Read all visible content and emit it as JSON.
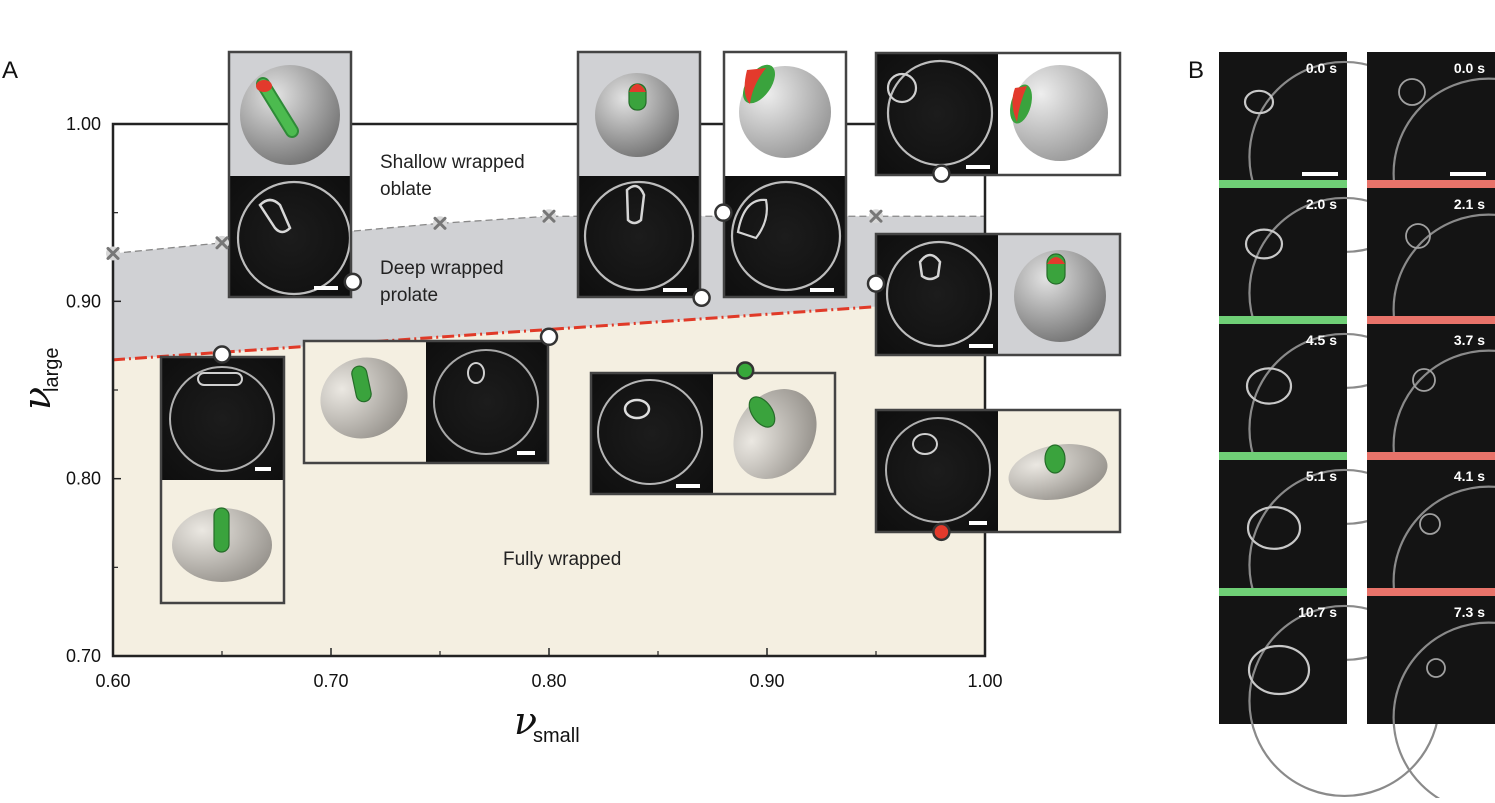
{
  "panel_labels": {
    "a": "A",
    "b": "B"
  },
  "colors": {
    "fully_wrapped_fill": "#f4efe1",
    "deep_wrapped_fill": "#d0d1d4",
    "boundary_red": "#e03a28",
    "boundary_gray": "#888888",
    "particle_green": "#37a83a",
    "particle_red": "#e33a2c",
    "green_bar": "#6fcf76",
    "red_bar": "#e8736a"
  },
  "chart_data": {
    "type": "phase-diagram",
    "xlabel": {
      "symbol": "ν",
      "sub": "small"
    },
    "ylabel": {
      "symbol": "ν",
      "sub": "large"
    },
    "xlim": [
      0.6,
      1.0
    ],
    "ylim": [
      0.7,
      1.0
    ],
    "x_ticks": [
      "0.60",
      "0.70",
      "0.80",
      "0.90",
      "1.00"
    ],
    "y_ticks": [
      "0.70",
      "0.80",
      "0.90",
      "1.00"
    ],
    "regions": [
      {
        "name": "Shallow wrapped oblate",
        "lines": [
          "Shallow wrapped",
          "oblate"
        ]
      },
      {
        "name": "Deep wrapped prolate",
        "lines": [
          "Deep wrapped",
          "prolate"
        ]
      },
      {
        "name": "Fully wrapped",
        "lines": [
          "Fully wrapped"
        ]
      }
    ],
    "boundary_deep_fully": {
      "x": [
        0.6,
        0.95
      ],
      "y": [
        0.867,
        0.897
      ]
    },
    "boundary_shallow_deep": {
      "x": [
        0.6,
        0.65,
        0.75,
        0.8,
        0.95,
        1.0
      ],
      "y": [
        0.927,
        0.933,
        0.944,
        0.948,
        0.948,
        0.948
      ]
    },
    "cross_points": [
      {
        "x": 0.6,
        "y": 0.927
      },
      {
        "x": 0.65,
        "y": 0.933
      },
      {
        "x": 0.75,
        "y": 0.944
      },
      {
        "x": 0.8,
        "y": 0.948
      },
      {
        "x": 0.95,
        "y": 0.948
      }
    ],
    "observed_points": [
      {
        "x": 0.65,
        "y": 0.87,
        "state": "open"
      },
      {
        "x": 0.8,
        "y": 0.88,
        "state": "open"
      },
      {
        "x": 0.89,
        "y": 0.861,
        "state": "green"
      },
      {
        "x": 0.98,
        "y": 0.77,
        "state": "red"
      },
      {
        "x": 0.95,
        "y": 0.91,
        "state": "open"
      },
      {
        "x": 0.88,
        "y": 0.95,
        "state": "open"
      },
      {
        "x": 0.87,
        "y": 0.902,
        "state": "open"
      },
      {
        "x": 0.71,
        "y": 0.911,
        "state": "open"
      },
      {
        "x": 0.98,
        "y": 0.972,
        "state": "open"
      }
    ]
  },
  "timelapse": {
    "columns": [
      {
        "bar_color": "green",
        "times": [
          "0.0 s",
          "2.0 s",
          "4.5 s",
          "5.1 s",
          "10.7 s"
        ]
      },
      {
        "bar_color": "red",
        "times": [
          "0.0 s",
          "2.1 s",
          "3.7 s",
          "4.1 s",
          "7.3 s"
        ]
      }
    ]
  }
}
